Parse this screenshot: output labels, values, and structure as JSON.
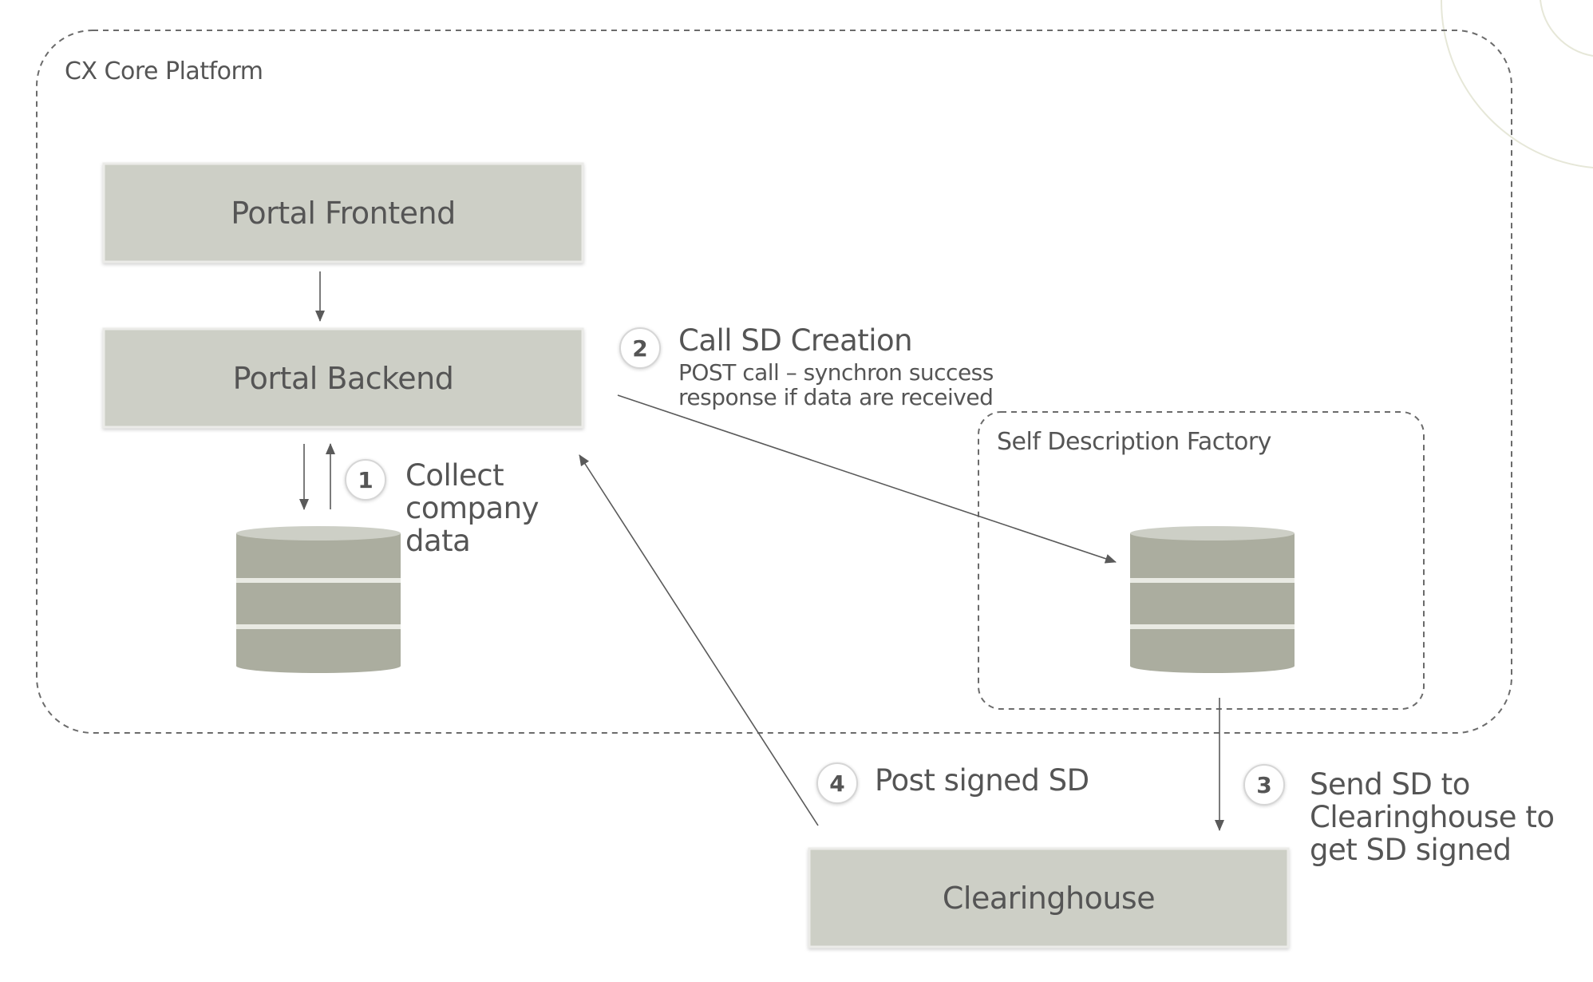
{
  "platform": {
    "title": "CX Core Platform"
  },
  "components": {
    "portal_frontend": "Portal Frontend",
    "portal_backend": "Portal Backend",
    "sd_factory": "Self Description Factory",
    "clearinghouse": "Clearinghouse"
  },
  "steps": [
    {
      "number": "1",
      "title": "Collect company data",
      "lines": [
        "Collect",
        "company",
        "data"
      ]
    },
    {
      "number": "2",
      "title": "Call SD Creation",
      "detail_lines": [
        "POST call – synchron success",
        "response if data are received"
      ]
    },
    {
      "number": "3",
      "title": "Send SD to Clearinghouse to get SD signed",
      "lines": [
        "Send SD to",
        "Clearinghouse to",
        "get SD signed"
      ]
    },
    {
      "number": "4",
      "title": "Post signed SD"
    }
  ],
  "colors": {
    "box_fill": "#cdcfc6",
    "box_border": "#e9e9e6",
    "db_fill": "#abad9f",
    "db_top": "#cdcfc6",
    "dashed_line": "#6b6b6b",
    "arrow": "#5a5a5a",
    "decor_arc": "#e6e7d8"
  }
}
